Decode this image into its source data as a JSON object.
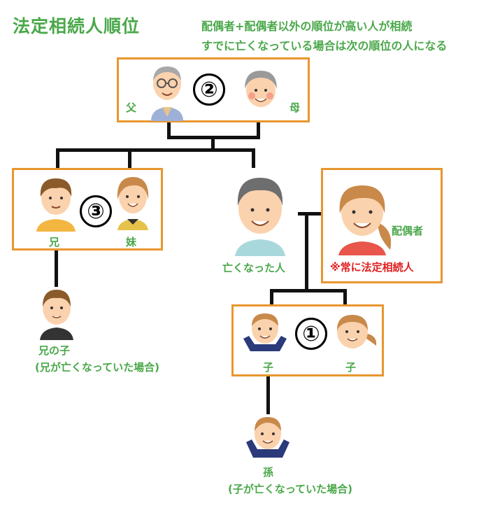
{
  "title": "法定相続人順位",
  "notes": [
    "配偶者+配偶者以外の順位が高い人が相続",
    "すでに亡くなっている場合は次の順位の人になる"
  ],
  "rank2": {
    "badge": "②",
    "father": "父",
    "mother": "母"
  },
  "rank3": {
    "badge": "③",
    "brother": "兄",
    "sister": "妹"
  },
  "deceased": "亡くなった人",
  "spouse": {
    "label": "配偶者",
    "note": "※常に法定相続人"
  },
  "rank1": {
    "badge": "①",
    "child1": "子",
    "child2": "子"
  },
  "nephew": {
    "label": "兄の子",
    "note": "(兄が亡くなっていた場合)"
  },
  "grandchild": {
    "label": "孫",
    "note": "(子が亡くなっていた場合)"
  },
  "colors": {
    "accent_green": "#4aa84a",
    "box_border": "#e8962e",
    "highlight_red": "#e02020"
  }
}
